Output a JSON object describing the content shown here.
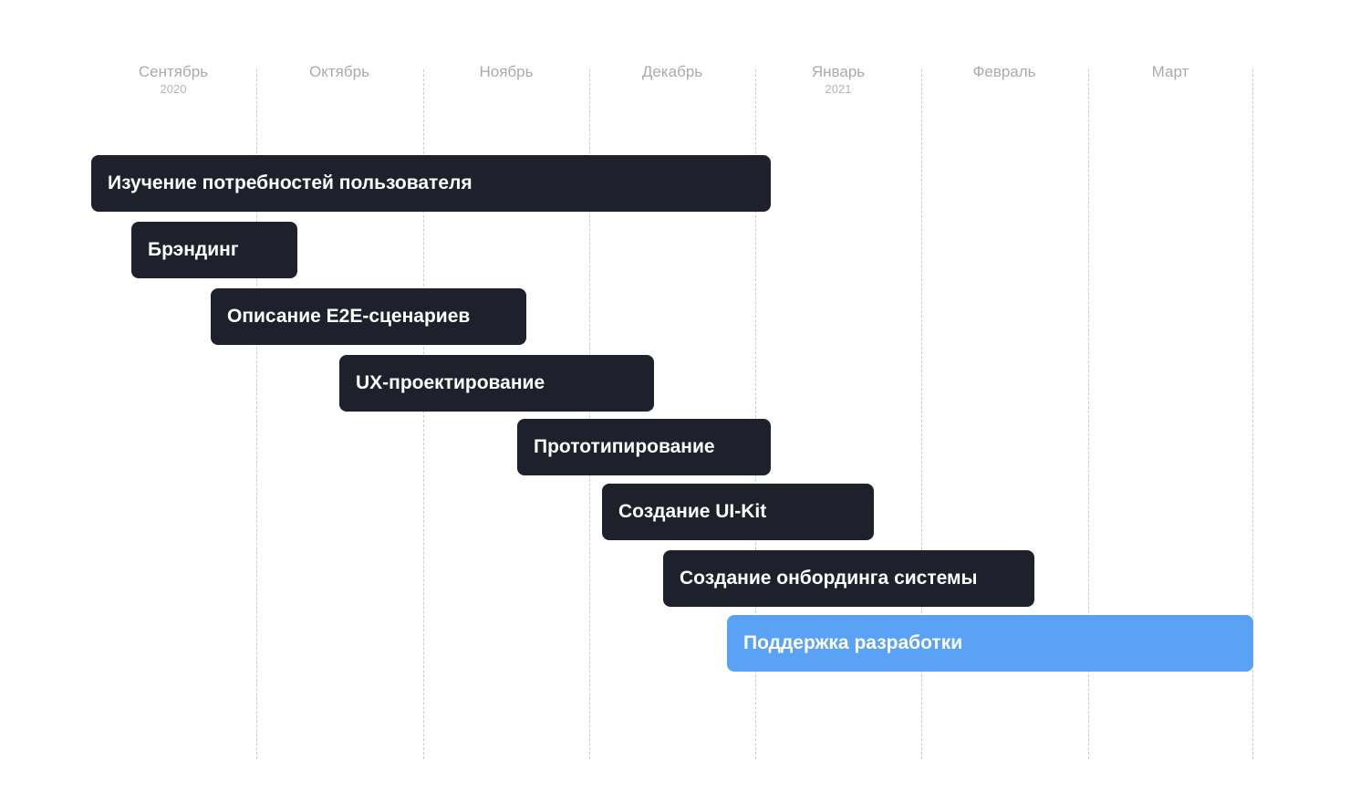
{
  "timeline": {
    "months": [
      {
        "label": "Сентябрь",
        "year": "2020"
      },
      {
        "label": "Октябрь",
        "year": ""
      },
      {
        "label": "Ноябрь",
        "year": ""
      },
      {
        "label": "Декабрь",
        "year": ""
      },
      {
        "label": "Январь",
        "year": "2021"
      },
      {
        "label": "Февраль",
        "year": ""
      },
      {
        "label": "Март",
        "year": ""
      }
    ],
    "tasks": [
      {
        "label": "Изучение потребностей пользователя",
        "highlighted": false
      },
      {
        "label": "Брэндинг",
        "highlighted": false
      },
      {
        "label": "Описание E2E-сценариев",
        "highlighted": false
      },
      {
        "label": "UX-проектирование",
        "highlighted": false
      },
      {
        "label": "Прототипирование",
        "highlighted": false
      },
      {
        "label": "Создание UI-Kit",
        "highlighted": false
      },
      {
        "label": "Создание онбординга системы",
        "highlighted": false
      },
      {
        "label": "Поддержка разработки",
        "highlighted": true
      }
    ],
    "colors": {
      "bar": "#1e212b",
      "highlight": "#5aa2f5",
      "month_text": "#a9abb0",
      "divider": "#c9cbcf"
    }
  }
}
